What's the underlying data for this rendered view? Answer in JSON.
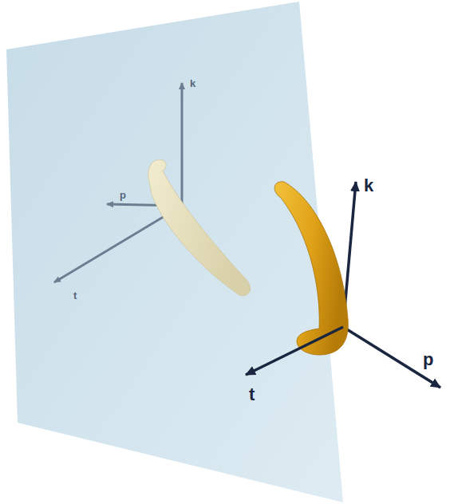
{
  "diagram": {
    "labels": [
      "k",
      "p",
      "t",
      "k",
      "p",
      "t"
    ]
  }
}
